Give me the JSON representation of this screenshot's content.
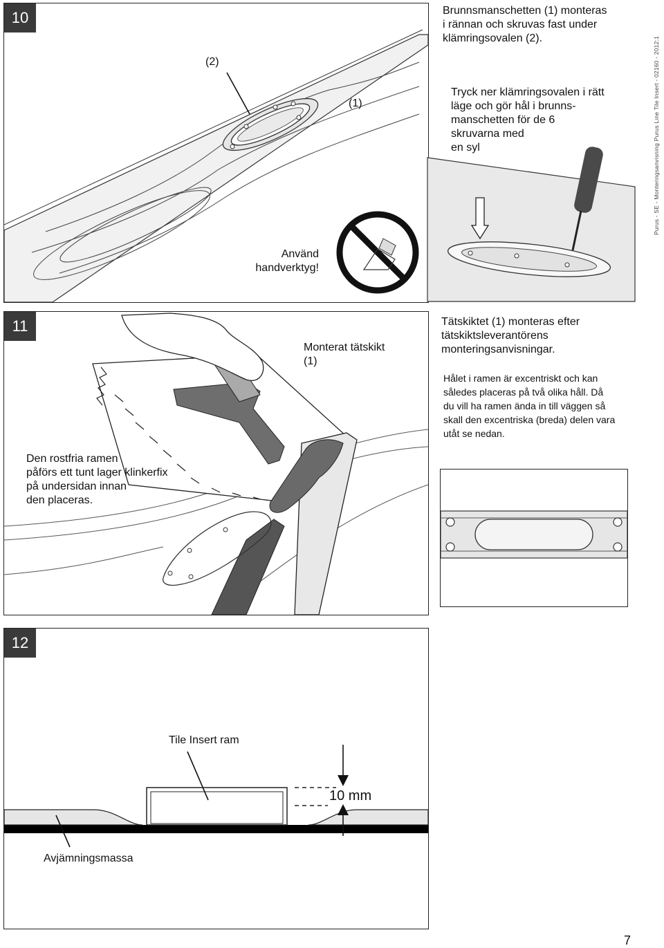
{
  "sidebar_text": "Purus - SE - Monteringsanvisning Purus Line Tile Insert - 02160 - 2012:1",
  "page_number": "7",
  "step10": {
    "number": "10",
    "label_2": "(2)",
    "label_1": "(1)",
    "text_a": "Brunnsmanschetten (1) monteras\ni rännan och skruvas fast under\nklämringsovalen (2).",
    "text_b": "Tryck ner klämringsovalen i rätt\nläge och gör hål i brunns-\nmanschetten för de 6\nskruvarna med\nen syl",
    "warning": "Använd\nhandverktyg!"
  },
  "step11": {
    "number": "11",
    "label_membrane": "Monterat tätskikt\n(1)",
    "text_left": "Den rostfria ramen\npåförs ett tunt lager klinkerfix\npå undersidan innan\nden placeras.",
    "text_a": "Tätskiktet (1) monteras efter\ntätskiktsleverantörens\nmonteringsanvisningar.",
    "text_b": "Hålet i ramen är excentriskt och kan\nsåledes placeras på två olika håll. Då\ndu vill ha ramen ända in till väggen så\nskall den excentriska (breda) delen vara\nutåt se nedan."
  },
  "step12": {
    "number": "12",
    "label_frame": "Tile Insert ram",
    "label_mm": "10 mm",
    "label_compound": "Avjämningsmassa"
  }
}
